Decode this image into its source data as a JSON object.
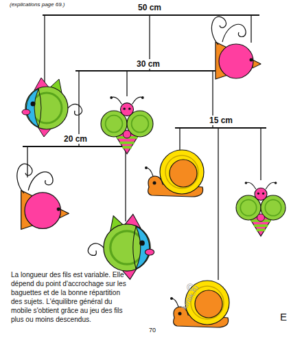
{
  "diagram": {
    "labels": [
      "(explications page 69.)",
      "50 cm",
      "30 cm",
      "15 cm",
      "20 cm",
      "La longueur des fils est variable. Elle dépend du point d'accrochage sur les baguettes et de la bonne répartition des sujets. L'équilibre général du mobile s'obtient grâce au jeu des fils plus ou moins descendus.",
      "70",
      "©",
      "luntik.ru",
      "E"
    ]
  }
}
